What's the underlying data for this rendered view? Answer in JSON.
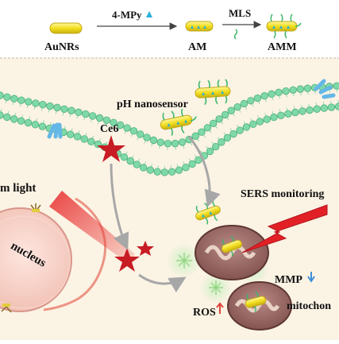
{
  "top": {
    "aunrs_label": "AuNRs",
    "step1_label": "4-MPy",
    "am_label": "AM",
    "step2_label": "MLS",
    "amm_label": "AMM"
  },
  "scene": {
    "ph_sensor_label": "pH nanosensor",
    "ce6_label": "Ce6",
    "light_label": "m light",
    "nucleus_label": "nucleus",
    "sers_label": "SERS monitoring",
    "mmp_label": "MMP",
    "ros_label": "ROS",
    "mito_label": "mitochon"
  },
  "colors": {
    "panel_bg": "#fbf3e4",
    "membrane_head": "#7ed9a6",
    "gold_rod": "#f2de1f",
    "ligand_green": "#3db86a",
    "photosensitizer_red": "#c81c24",
    "laser_red": "#d7262a",
    "nucleus_pink": "#f6cfc3",
    "mitochondria_brown": "#8c5a55",
    "arrow_gray": "#a7a7a7",
    "mmp_arrow_blue": "#3c8fd8",
    "ros_arrow_red": "#e0453c",
    "receptor_blue": "#64b7e6",
    "tick_cyan": "#2ab0d8"
  }
}
